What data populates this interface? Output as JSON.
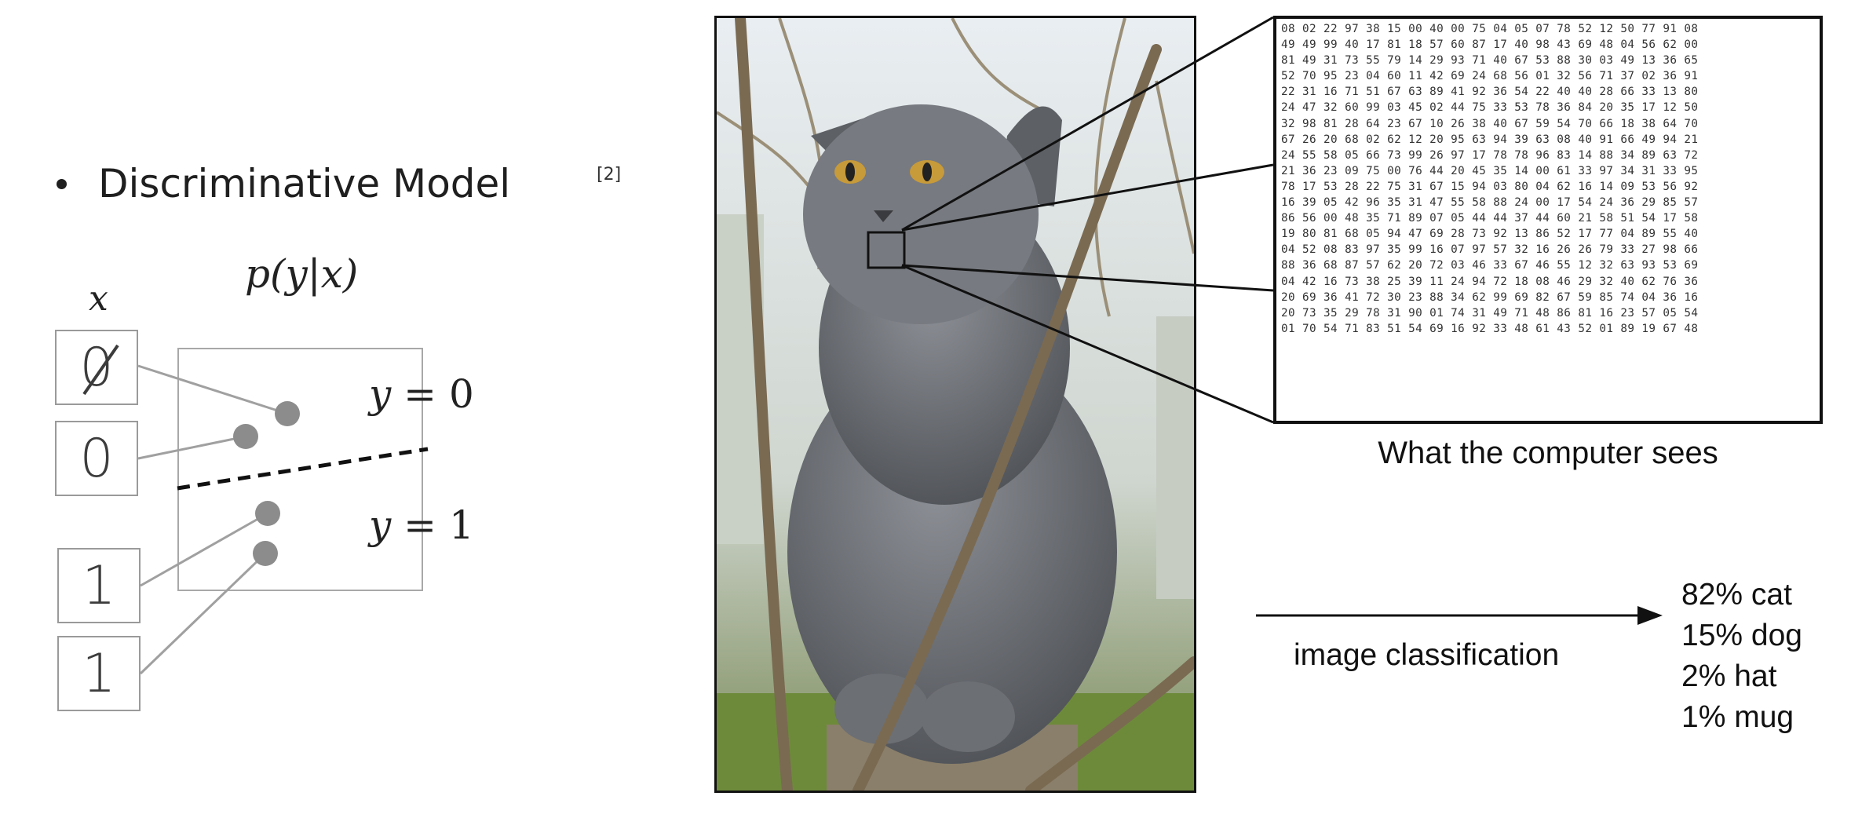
{
  "left_panel": {
    "bullet_text": "Discriminative Model",
    "citation": "[2]",
    "formula": "p(y|x)",
    "x_label": "x",
    "class_labels": [
      {
        "lhs": "y",
        "eq": " = ",
        "rhs": "0"
      },
      {
        "lhs": "y",
        "eq": " = ",
        "rhs": "1"
      }
    ],
    "digit_images": [
      "0",
      "0",
      "1",
      "1"
    ]
  },
  "right_panel": {
    "matrix_rows": [
      "08 02 22 97 38 15 00 40 00 75 04 05 07 78 52 12 50 77 91 08",
      "49 49 99 40 17 81 18 57 60 87 17 40 98 43 69 48 04 56 62 00",
      "81 49 31 73 55 79 14 29 93 71 40 67 53 88 30 03 49 13 36 65",
      "52 70 95 23 04 60 11 42 69 24 68 56 01 32 56 71 37 02 36 91",
      "22 31 16 71 51 67 63 89 41 92 36 54 22 40 40 28 66 33 13 80",
      "24 47 32 60 99 03 45 02 44 75 33 53 78 36 84 20 35 17 12 50",
      "32 98 81 28 64 23 67 10 26 38 40 67 59 54 70 66 18 38 64 70",
      "67 26 20 68 02 62 12 20 95 63 94 39 63 08 40 91 66 49 94 21",
      "24 55 58 05 66 73 99 26 97 17 78 78 96 83 14 88 34 89 63 72",
      "21 36 23 09 75 00 76 44 20 45 35 14 00 61 33 97 34 31 33 95",
      "78 17 53 28 22 75 31 67 15 94 03 80 04 62 16 14 09 53 56 92",
      "16 39 05 42 96 35 31 47 55 58 88 24 00 17 54 24 36 29 85 57",
      "86 56 00 48 35 71 89 07 05 44 44 37 44 60 21 58 51 54 17 58",
      "19 80 81 68 05 94 47 69 28 73 92 13 86 52 17 77 04 89 55 40",
      "04 52 08 83 97 35 99 16 07 97 57 32 16 26 26 79 33 27 98 66",
      "88 36 68 87 57 62 20 72 03 46 33 67 46 55 12 32 63 93 53 69",
      "04 42 16 73 38 25 39 11 24 94 72 18 08 46 29 32 40 62 76 36",
      "20 69 36 41 72 30 23 88 34 62 99 69 82 67 59 85 74 04 36 16",
      "20 73 35 29 78 31 90 01 74 31 49 71 48 86 81 16 23 57 05 54",
      "01 70 54 71 83 51 54 69 16 92 33 48 61 43 52 01 89 19 67 48"
    ],
    "matrix_caption": "What the computer sees",
    "arrow_label": "image classification",
    "predictions": [
      "82% cat",
      "15% dog",
      "2% hat",
      "1% mug"
    ]
  },
  "colors": {
    "text": "#1f1f1f",
    "gray_dot": "#8c8c8c",
    "line_gray": "#a0a0a0",
    "black": "#111111"
  }
}
